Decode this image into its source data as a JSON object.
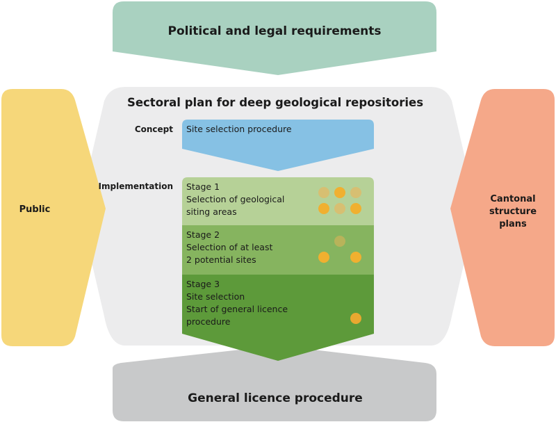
{
  "top_box": {
    "label": "Political and legal requirements",
    "color": "#a9d1c0"
  },
  "bottom_box": {
    "label": "General licence procedure",
    "color": "#c8c9ca"
  },
  "left_box": {
    "label": "Public",
    "color": "#f6d77a"
  },
  "right_box": {
    "line1": "Cantonal",
    "line2": "structure",
    "line3": "plans",
    "color": "#f5a889"
  },
  "center": {
    "title": "Sectoral plan for deep geological repositories",
    "background": "#ececed",
    "concept_label": "Concept",
    "implementation_label": "Implementation",
    "concept_box": {
      "label": "Site selection procedure",
      "color": "#86c1e4"
    },
    "stages": [
      {
        "line1": "Stage 1",
        "line2": "Selection of geological",
        "line3": "siting areas",
        "color": "#b6d197"
      },
      {
        "line1": "Stage 2",
        "line2": "Selection of at least",
        "line3": "2 potential sites",
        "color": "#86b45f"
      },
      {
        "line1": "Stage 3",
        "line2": "Site selection",
        "line3": "Start of general licence",
        "line4": "procedure",
        "color": "#5d9a3a"
      }
    ]
  },
  "dot_colors": {
    "strong": "#f0b030",
    "faded": "#d7bf72"
  }
}
